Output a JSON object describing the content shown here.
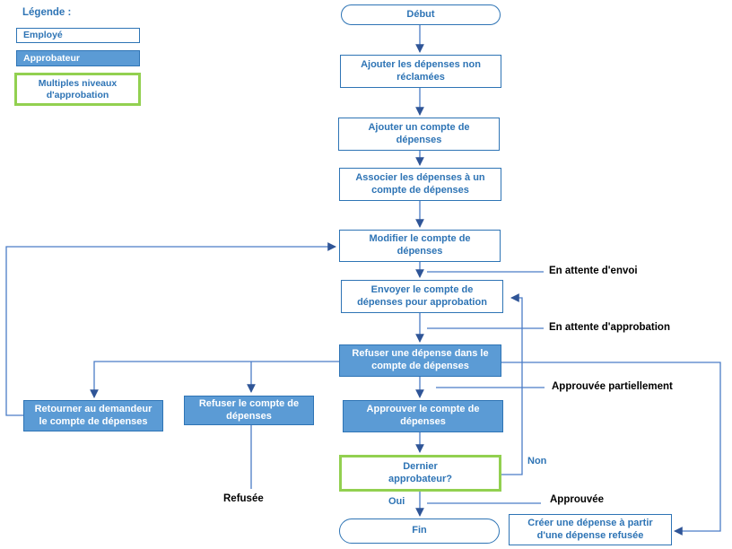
{
  "legend": {
    "title": "Légende :",
    "items": [
      {
        "label": "Employé",
        "type": "employee"
      },
      {
        "label": "Approbateur",
        "type": "approver"
      },
      {
        "label": "Multiples niveaux d'approbation",
        "type": "multi-level-approval"
      }
    ]
  },
  "nodes": {
    "debut": "Début",
    "ajouter_depenses_non_reclamees": "Ajouter les dépenses non réclamées",
    "ajouter_compte": "Ajouter un compte de dépenses",
    "associer_depenses": "Associer les dépenses à un compte de dépenses",
    "modifier_compte": "Modifier le compte de dépenses",
    "envoyer_compte": "Envoyer le compte de dépenses pour approbation",
    "refuser_depense": "Refuser une dépense dans le compte de dépenses",
    "approuver_compte": "Approuver le compte de dépenses",
    "retourner_demandeur": "Retourner au demandeur le compte de dépenses",
    "refuser_compte": "Refuser le compte de dépenses",
    "dernier_approbateur": "Dernier approbateur?",
    "fin": "Fin",
    "creer_depense": "Créer une dépense à partir d'une dépense refusée"
  },
  "labels": {
    "en_attente_envoi": "En attente d'envoi",
    "en_attente_approbation": "En attente d'approbation",
    "approuvee_partiellement": "Approuvée partiellement",
    "approuvee": "Approuvée",
    "refusee": "Refusée",
    "non": "Non",
    "oui": "Oui"
  },
  "colors": {
    "accent_blue": "#2E74B5",
    "fill_blue": "#5B9BD5",
    "green_border": "#92D050",
    "connector_blue": "#4A7CC7",
    "arrowhead_blue": "#2F5597",
    "label_black": "#000000"
  }
}
